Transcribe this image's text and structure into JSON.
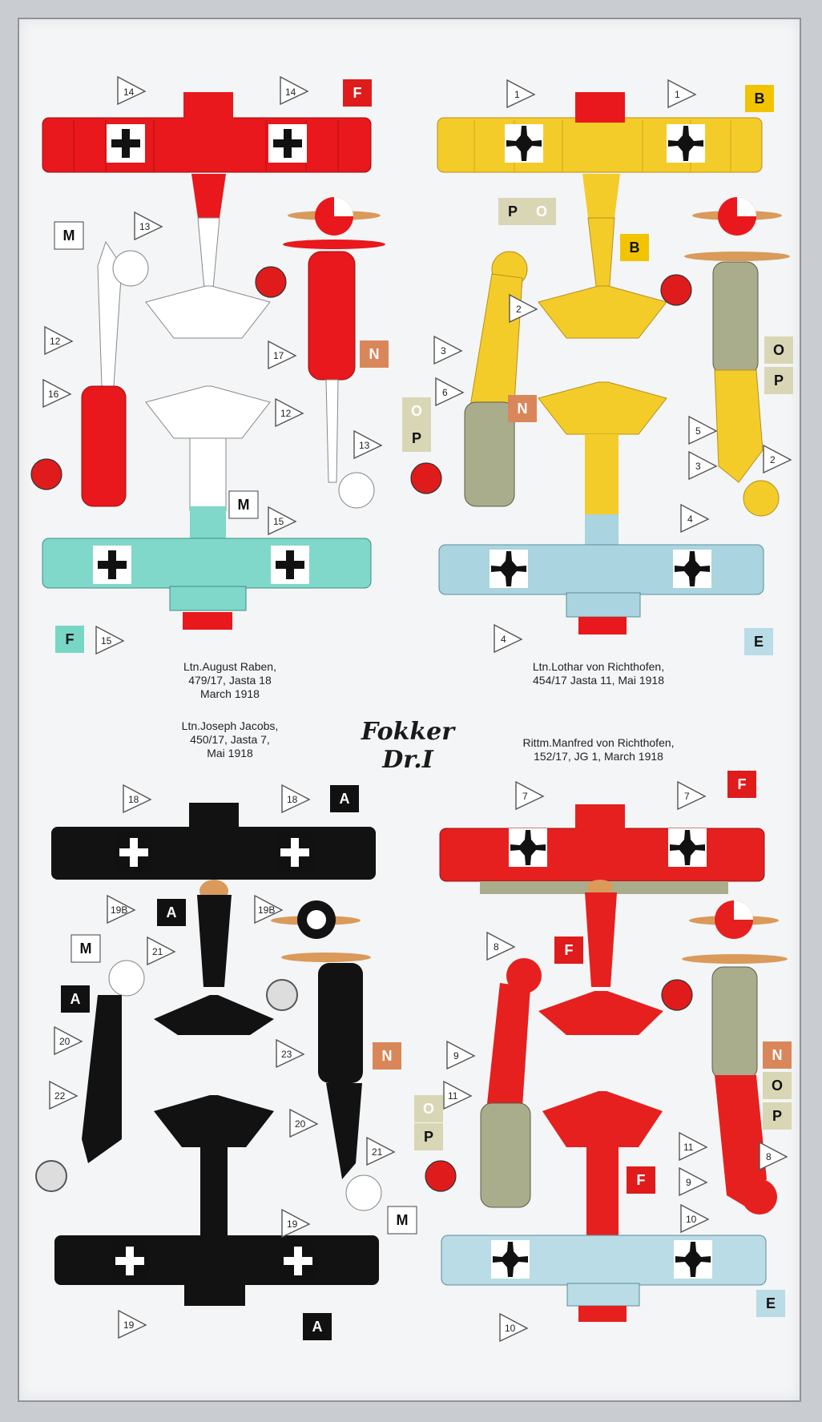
{
  "sheet_title": "Fokker Dr.I",
  "captions": [
    "Ltn.August Raben,\n479/17, Jasta 18\nMarch 1918",
    "Ltn.Lothar von Richthofen,\n454/17 Jasta 11, Mai 1918",
    "Ltn.Joseph Jacobs,\n450/17, Jasta 7,\nMai 1918",
    "Rittm.Manfred von Richthofen,\n152/17, JG 1, March 1918"
  ],
  "colors": {
    "raben_red": "#e8181c",
    "raben_underside": "#7fd8c9",
    "lothar_yellow": "#f4cc2a",
    "lothar_underside": "#a9d4e0",
    "jacobs_black": "#121212",
    "manfred_red": "#e5201f",
    "manfred_underside": "#b9dce6",
    "streaked_green": "#a9ad8c",
    "marker_yellow": "#f2c400",
    "marker_tan": "#d9d6b5",
    "marker_orange": "#d9875a",
    "marker_teal": "#78d6c5",
    "marker_red": "#e01b1b",
    "marker_black": "#111111"
  },
  "aircraft": {
    "raben": {
      "cross": [
        "14",
        "14",
        "15",
        "15"
      ],
      "markers": [
        "F",
        "M",
        "N",
        "M",
        "F"
      ],
      "triangles": [
        "13",
        "12",
        "16",
        "17",
        "12",
        "13"
      ]
    },
    "lothar": {
      "cross": [
        "1",
        "1",
        "4",
        "4"
      ],
      "markers": [
        "B",
        "O",
        "P",
        "B",
        "O",
        "P",
        "O",
        "P",
        "N",
        "E"
      ],
      "triangles": [
        "2",
        "3",
        "6",
        "5",
        "3",
        "2"
      ]
    },
    "jacobs": {
      "cross": [
        "18",
        "18",
        "19",
        "19"
      ],
      "markers": [
        "A",
        "A",
        "M",
        "A",
        "N",
        "M",
        "A"
      ],
      "triangles": [
        "19B",
        "19B",
        "21",
        "20",
        "22",
        "23",
        "20",
        "21"
      ]
    },
    "manfred": {
      "cross": [
        "7",
        "7",
        "10",
        "10"
      ],
      "markers": [
        "F",
        "F",
        "F",
        "N",
        "O",
        "P",
        "O",
        "P",
        "E"
      ],
      "triangles": [
        "8",
        "9",
        "11",
        "11",
        "9",
        "8"
      ]
    }
  }
}
